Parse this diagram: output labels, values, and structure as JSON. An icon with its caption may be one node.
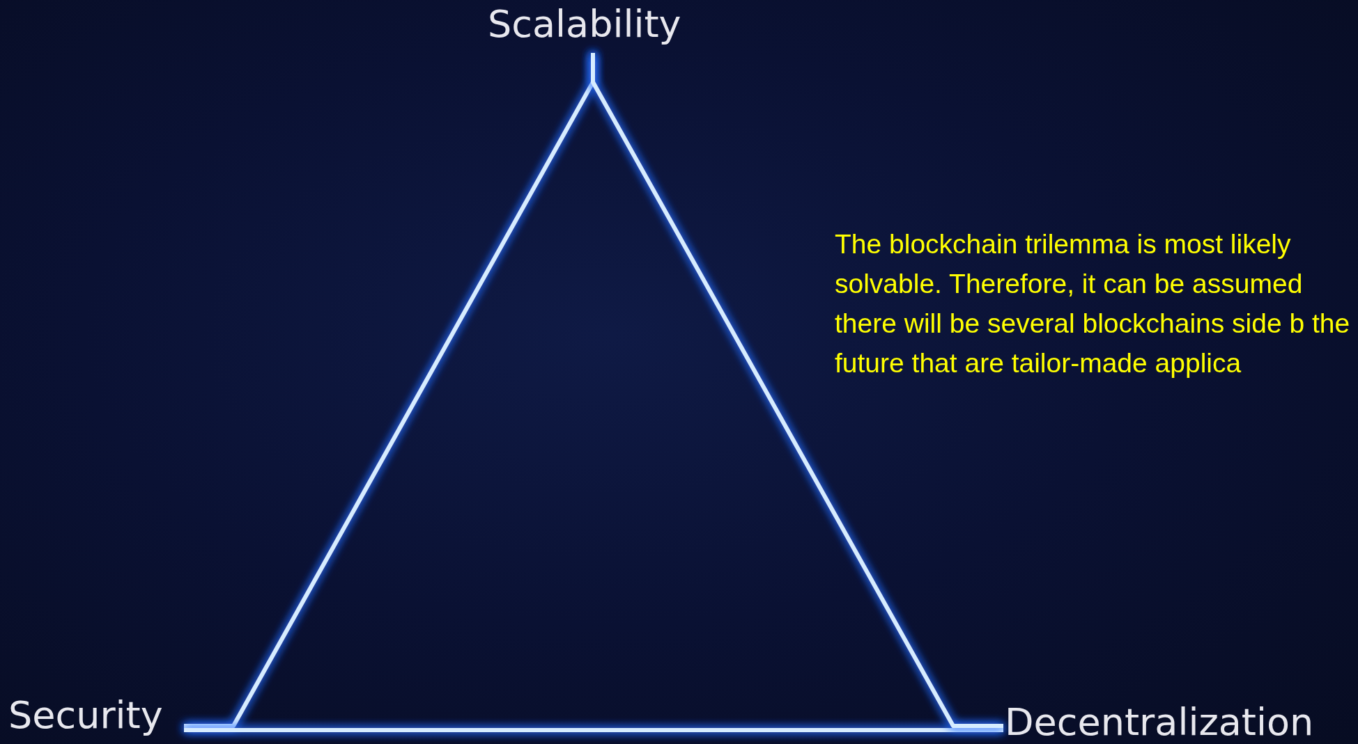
{
  "diagram": {
    "nodes": [
      {
        "text": [
          "Scalability"
        ]
      },
      {
        "text": [
          "Security"
        ]
      },
      {
        "text": [
          "Decentralization"
        ]
      }
    ],
    "edges": [
      {
        "from": 0,
        "to": 1,
        "arrow": "none"
      },
      {
        "from": 1,
        "to": 2,
        "arrow": "none"
      },
      {
        "from": 0,
        "to": 2,
        "arrow": "none"
      }
    ],
    "labels": [
      "The blockchain trilemma is most likely solvable. Therefore, it can be assumed there will be several blockchains side b the future that are tailor-made applica"
    ]
  }
}
